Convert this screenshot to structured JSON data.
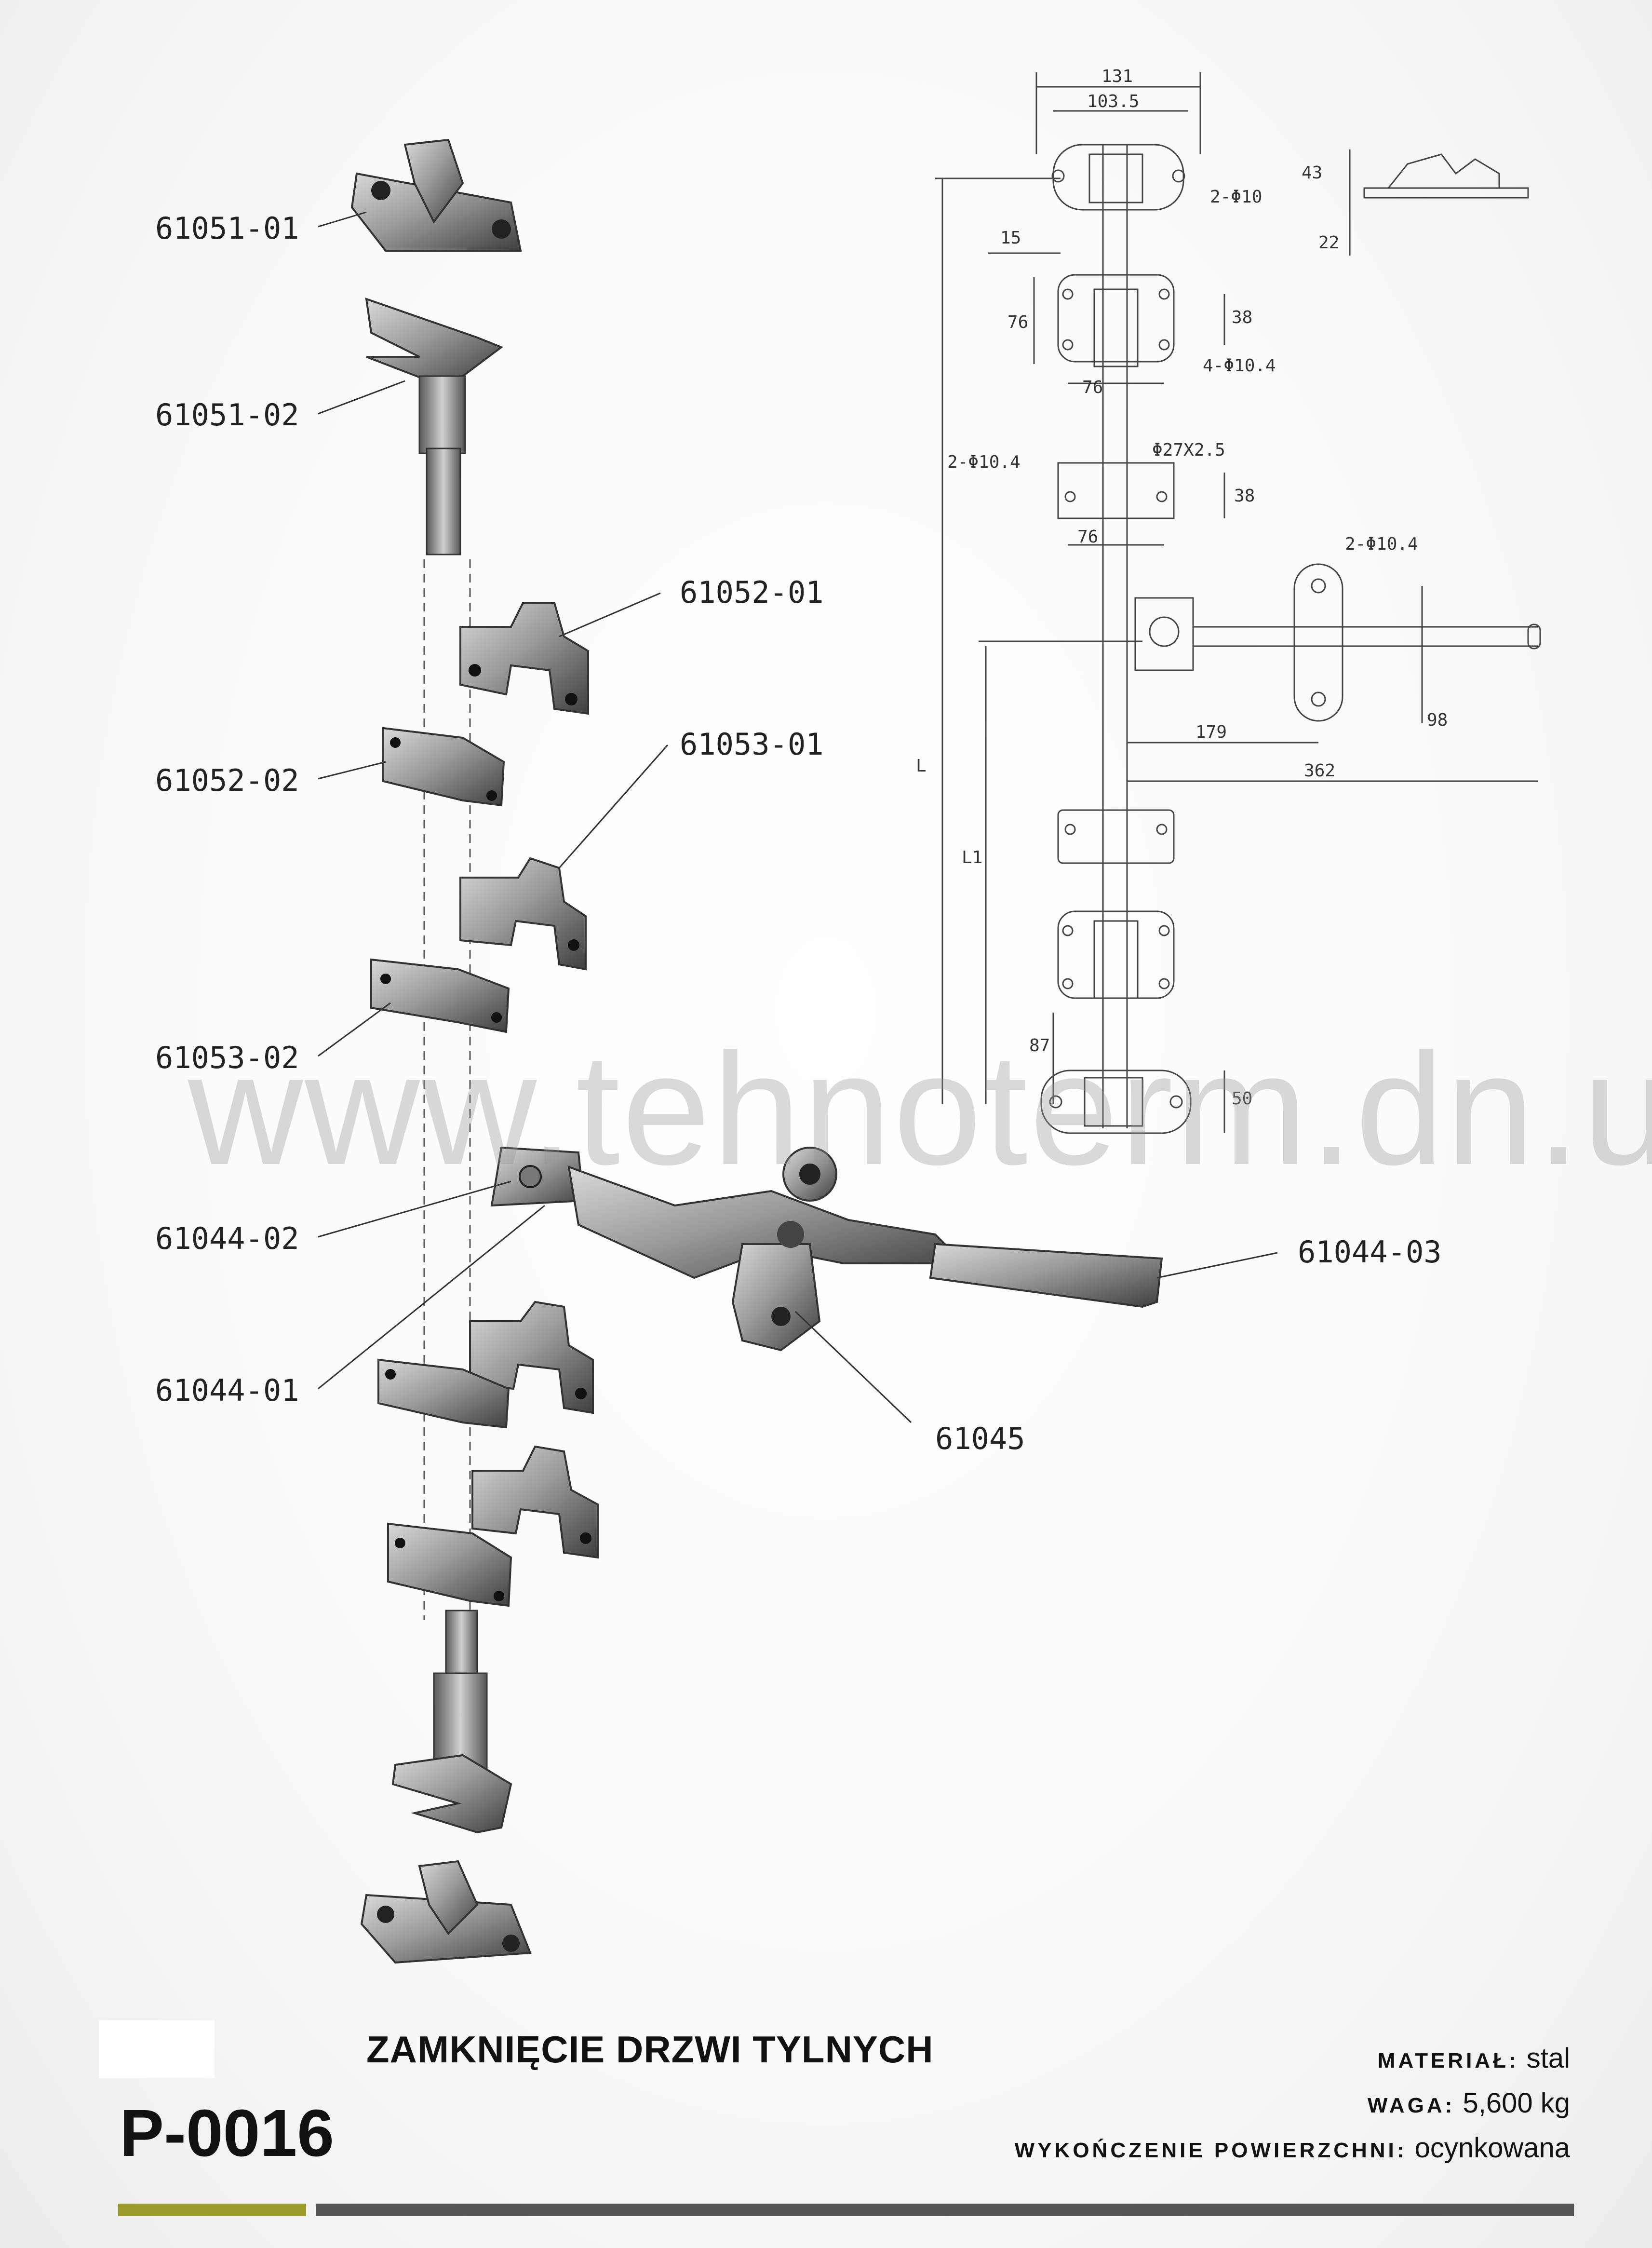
{
  "part_labels": [
    {
      "id": "l1",
      "text": "61051-01"
    },
    {
      "id": "l2",
      "text": "61051-02"
    },
    {
      "id": "l3",
      "text": "61052-01"
    },
    {
      "id": "l4",
      "text": "61052-02"
    },
    {
      "id": "l5",
      "text": "61053-01"
    },
    {
      "id": "l6",
      "text": "61053-02"
    },
    {
      "id": "l7",
      "text": "61044-02"
    },
    {
      "id": "l8",
      "text": "61044-03"
    },
    {
      "id": "l9",
      "text": "61044-01"
    },
    {
      "id": "l10",
      "text": "61045"
    }
  ],
  "dimensions": {
    "d131": "131",
    "d1035": "103.5",
    "phi10": "2-Φ10",
    "d15": "15",
    "d43": "43",
    "d22": "22",
    "d76a": "76",
    "d38a": "38",
    "d76b": "76",
    "phi104a": "4-Φ10.4",
    "phi104b": "2-Φ10.4",
    "phi27": "Φ27X2.5",
    "d38b": "38",
    "d76c": "76",
    "phi104c": "2-Φ10.4",
    "d179": "179",
    "d98": "98",
    "d362": "362",
    "dL": "L",
    "dL1": "L1",
    "d87": "87",
    "d50": "50"
  },
  "watermark": "www.tehnoterm.dn.ua",
  "title": "ZAMKNIĘCIE DRZWI TYLNYCH",
  "product_code": "P-0016",
  "specs": {
    "material_label": "MATERIAŁ:",
    "material_value": "stal",
    "weight_label": "WAGA:",
    "weight_value": "5,600 kg",
    "finish_label": "WYKOŃCZENIE POWIERZCHNI:",
    "finish_value": "ocynkowana"
  },
  "colors": {
    "accent_bar": "#9a9a2a",
    "gray_bar": "#555555",
    "part_metal": "#8c8c8c"
  }
}
